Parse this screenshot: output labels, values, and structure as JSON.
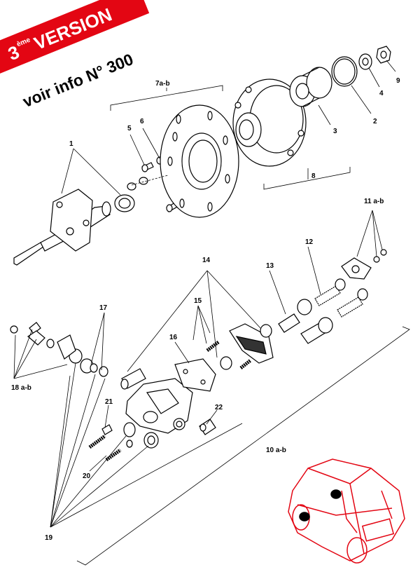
{
  "banner": {
    "prefix": "3",
    "superscript": "ème",
    "word": "VERSION",
    "color": "#e30613"
  },
  "subtitle": "voir info N° 300",
  "callouts": {
    "c1": "1",
    "c2": "2",
    "c3": "3",
    "c4": "4",
    "c5": "5",
    "c6": "6",
    "c7": "7a-b",
    "c8": "8",
    "c9": "9",
    "c10": "10 a-b",
    "c11": "11 a-b",
    "c12": "12",
    "c13": "13",
    "c14": "14",
    "c15": "15",
    "c16": "16",
    "c17": "17",
    "c18": "18 a-b",
    "c19": "19",
    "c20": "20",
    "c21": "21",
    "c22": "22"
  },
  "vehicle_icon": {
    "name": "car-location-icon",
    "color": "#e30613"
  }
}
